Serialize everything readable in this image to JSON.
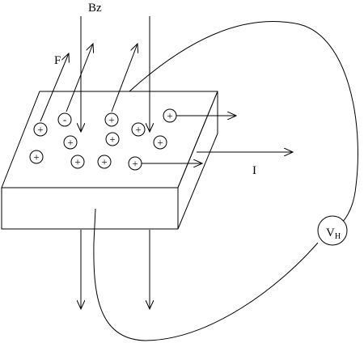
{
  "labels": {
    "field": "Bz",
    "force": "F",
    "current": "I",
    "voltmeter_main": "V",
    "voltmeter_sub": "H"
  },
  "charges": {
    "electron": "-",
    "hole": "+"
  }
}
